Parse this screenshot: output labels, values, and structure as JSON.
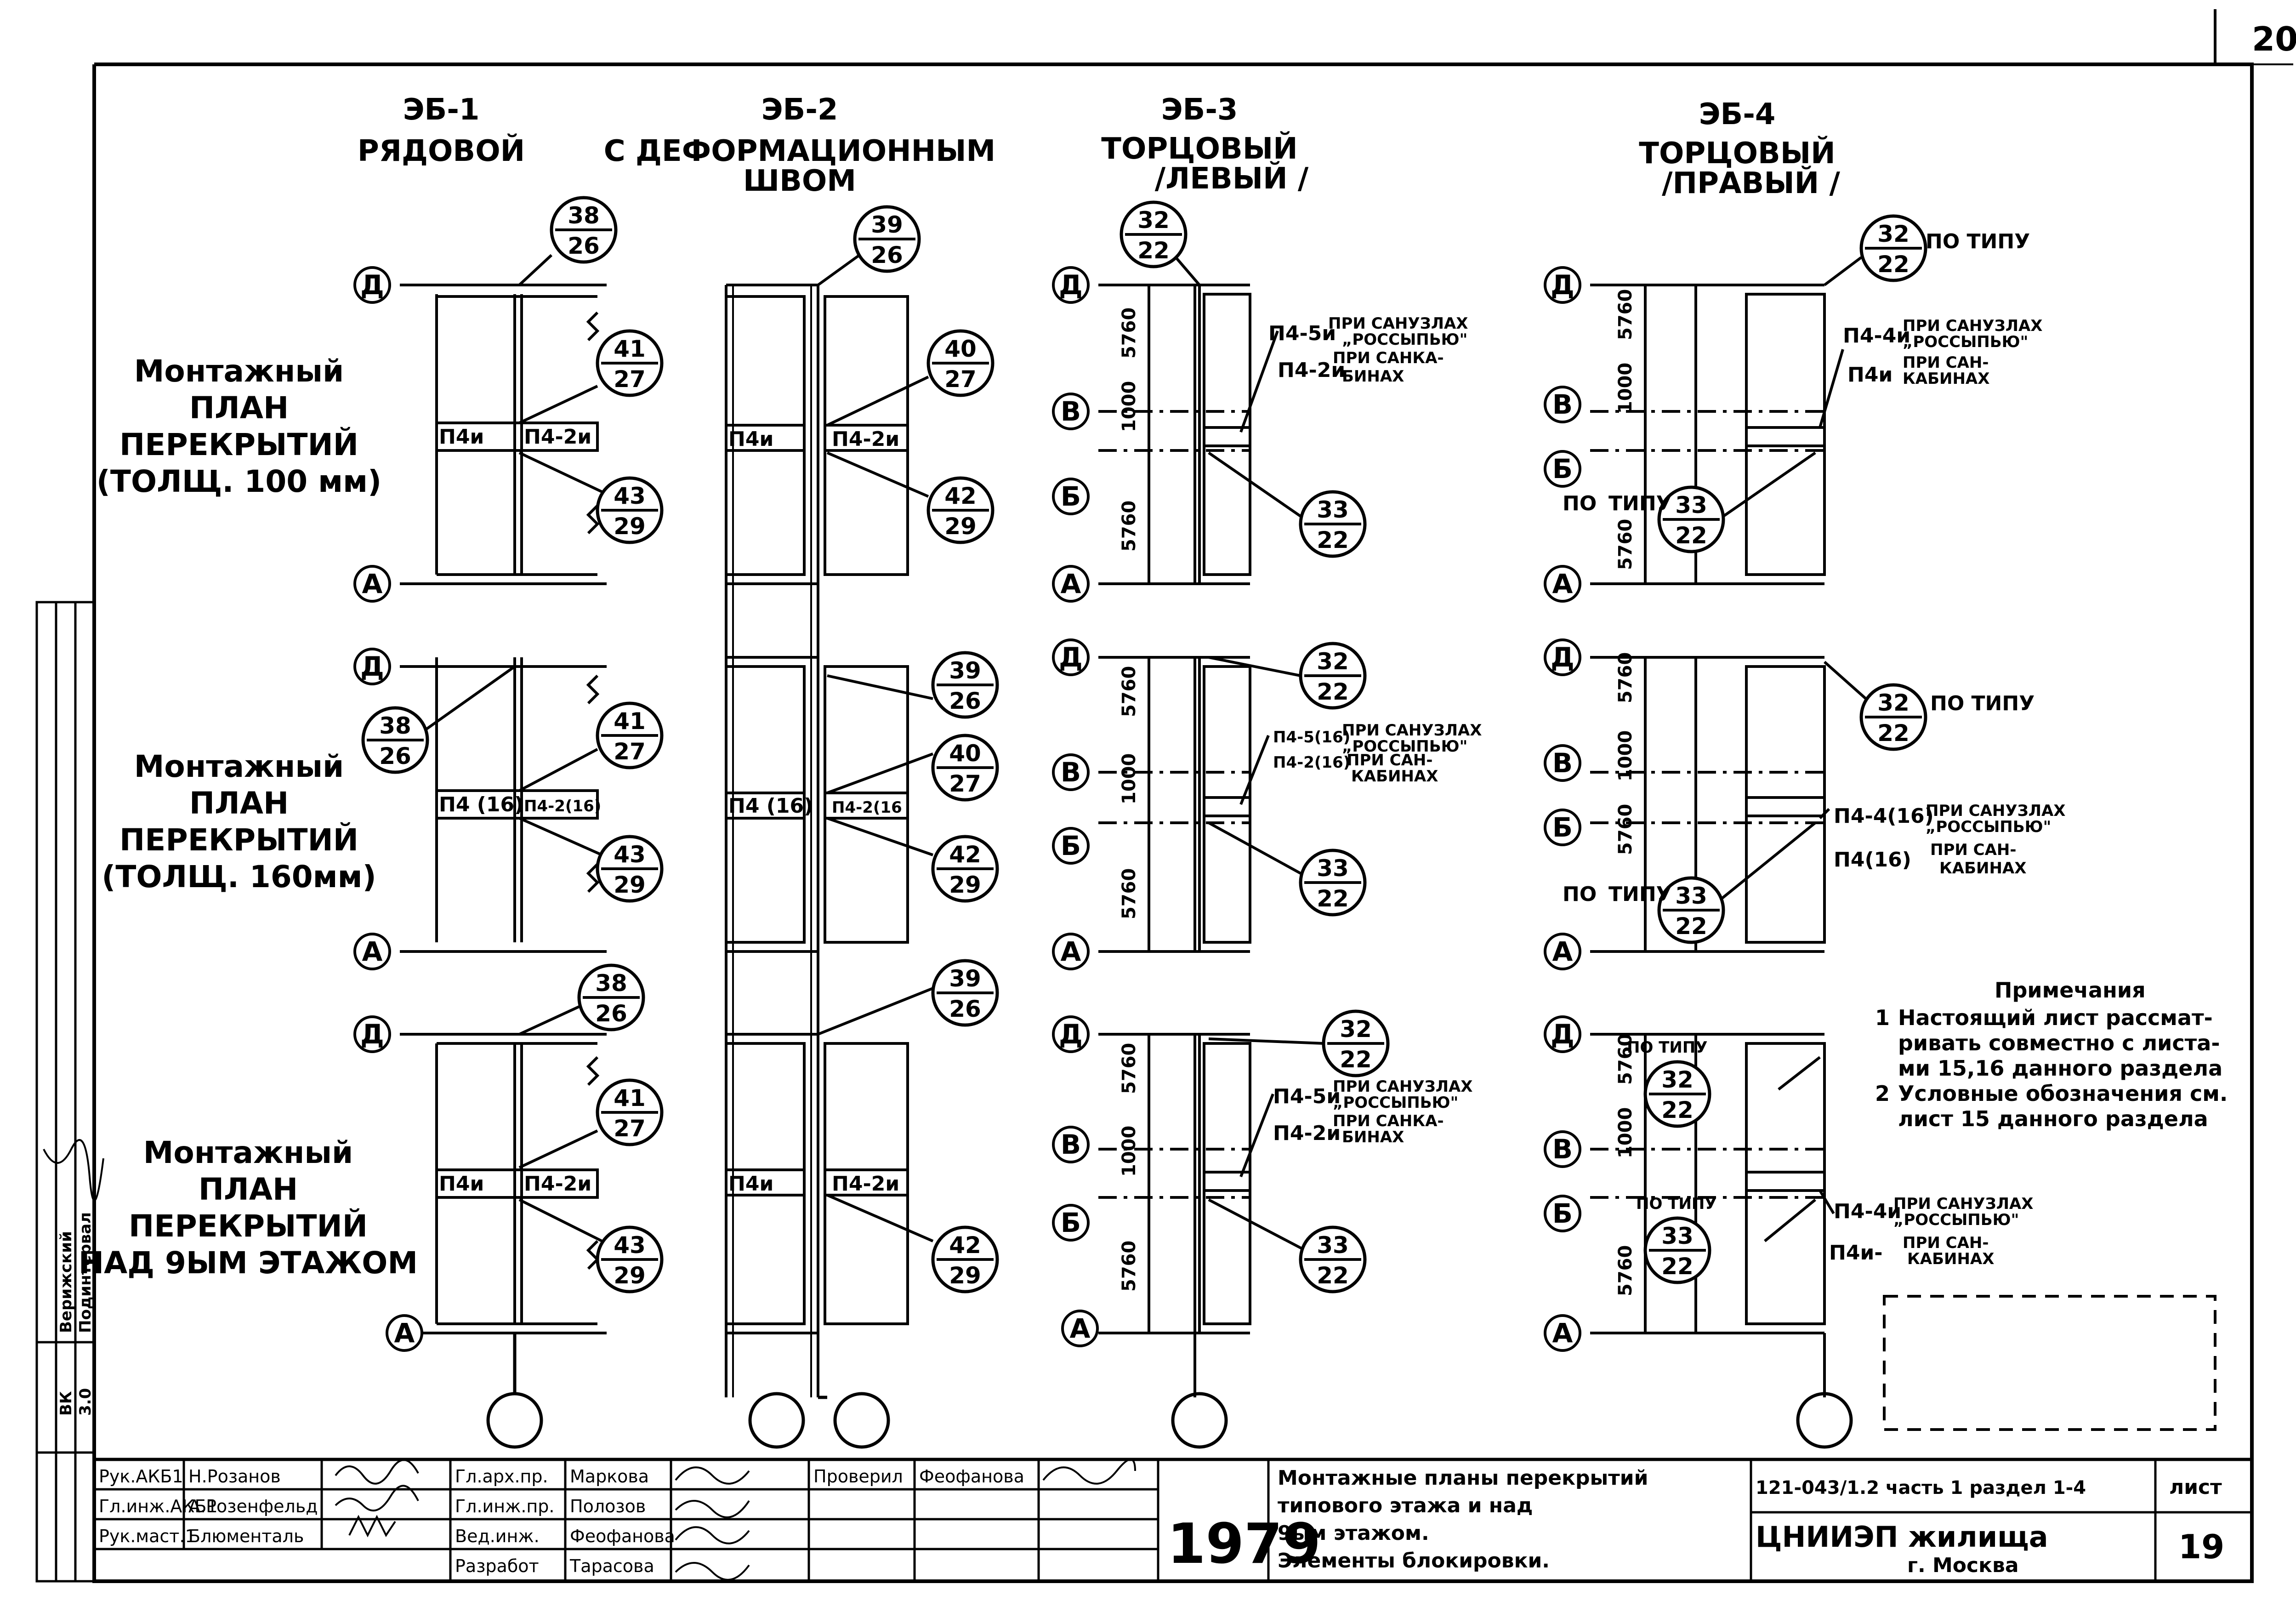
{
  "sheet_number": "20",
  "columns": [
    {
      "code": "ЭБ-1",
      "name1": "РЯДОВОЙ",
      "name2": ""
    },
    {
      "code": "ЭБ-2",
      "name1": "С ДЕФОРМАЦИОННЫМ",
      "name2": "ШВОМ"
    },
    {
      "code": "ЭБ-3",
      "name1": "ТОРЦОВЫЙ",
      "name2": "/ЛЕВЫЙ /"
    },
    {
      "code": "ЭБ-4",
      "name1": "ТОРЦОВЫЙ",
      "name2": "/ПРАВЫЙ /"
    }
  ],
  "rows": [
    {
      "l1": "Монтажный",
      "l2": "ПЛАН",
      "l3": "ПЕРЕКРЫТИЙ",
      "l4": "(ТОЛЩ. 100 мм)"
    },
    {
      "l1": "Монтажный",
      "l2": "ПЛАН",
      "l3": "ПЕРЕКРЫТИЙ",
      "l4": "(ТОЛЩ. 160мм)"
    },
    {
      "l1": "Монтажный",
      "l2": "ПЛАН",
      "l3": "ПЕРЕКРЫТИЙ",
      "l4": "НАД 9ЫМ ЭТАЖОМ"
    }
  ],
  "axes": {
    "a": "А",
    "b": "Б",
    "v": "В",
    "d": "Д"
  },
  "dims": {
    "d5760": "5760",
    "d1000": "1000"
  },
  "callouts": {
    "c38_26": [
      "38",
      "26"
    ],
    "c41_27": [
      "41",
      "27"
    ],
    "c43_29": [
      "43",
      "29"
    ],
    "c39_26": [
      "39",
      "26"
    ],
    "c40_27": [
      "40",
      "27"
    ],
    "c42_29": [
      "42",
      "29"
    ],
    "c32_22": [
      "32",
      "22"
    ],
    "c33_22": [
      "33",
      "22"
    ]
  },
  "panels": {
    "p4i": "П4и",
    "p4_2i": "П4-2и",
    "p4_16": "П4 (16)",
    "p4_2_16": "П4-2(16)",
    "p4_16s": "П4 (16)",
    "p4_2_16s": "П4-2(16",
    "p4_5i": "П4-5и",
    "p4_2i_b": "П4-2и",
    "p4_4i": "П4-4и",
    "p4_5_16": "П4-5(16)",
    "p4_2_16b": "П4-2(16)",
    "p4_4_16": "П4-4(16)",
    "p4_16b": "П4(16)",
    "p4_5i_r3": "П4-5и",
    "p4_2i_r3": "П4-2и",
    "p4_4i_r3": "П4-4и",
    "p4i_r3": "П4и-"
  },
  "notes_text": {
    "san1": "ПРИ САНУЗЛАХ",
    "san2": "„РОССЫПЬЮ\"",
    "kab1": "ПРИ САНКА-",
    "kab2": "БИНАХ",
    "kab3": "ПРИ САН-",
    "kab4": "КАБИНАХ",
    "po_tipu": "ПО ТИПУ",
    "po": "ПО",
    "tipu": "ТИПУ"
  },
  "remarks": {
    "title": "Примечания",
    "n1": "1",
    "t1a": "Настоящий лист рассмат-",
    "t1b": "ривать совместно с листа-",
    "t1c": "ми 15,16 данного раздела",
    "n2": "2",
    "t2a": "Условные обозначения см.",
    "t2b": "лист 15 данного раздела"
  },
  "title_block": {
    "r1c1": "Рук.АКБ1",
    "r1c2": "Н.Розанов",
    "r2c1": "Гл.инж.АКБ1",
    "r2c2": "А.Розенфельд",
    "r3c1": "Рук.маст.1",
    "r3c2": "Блюменталь",
    "s1c1": "Гл.арх.пр.",
    "s1c2": "Маркова",
    "s2c1": "Гл.инж.пр.",
    "s2c2": "Полозов",
    "s3c1": "Вед.инж.",
    "s3c2": "Феофанова",
    "s4c1": "Разработ",
    "s4c2": "Тарасова",
    "checked_lbl": "Проверил",
    "checked_name": "Феофанова",
    "year": "1979",
    "title1": "Монтажные планы перекрытий",
    "title2": "типового этажа и над",
    "title3": "9ым этажом.",
    "title4": "Элементы блокировки.",
    "code": "121-043/1.2 часть 1 раздел 1-4",
    "org1": "ЦНИИЭП жилища",
    "org2": "г. Москва",
    "list_lbl": "лист",
    "list_num": "19"
  },
  "left_strip": {
    "a": "Верижский",
    "b": "Подинтервал",
    "c": "3.0",
    "d": "ВК"
  }
}
